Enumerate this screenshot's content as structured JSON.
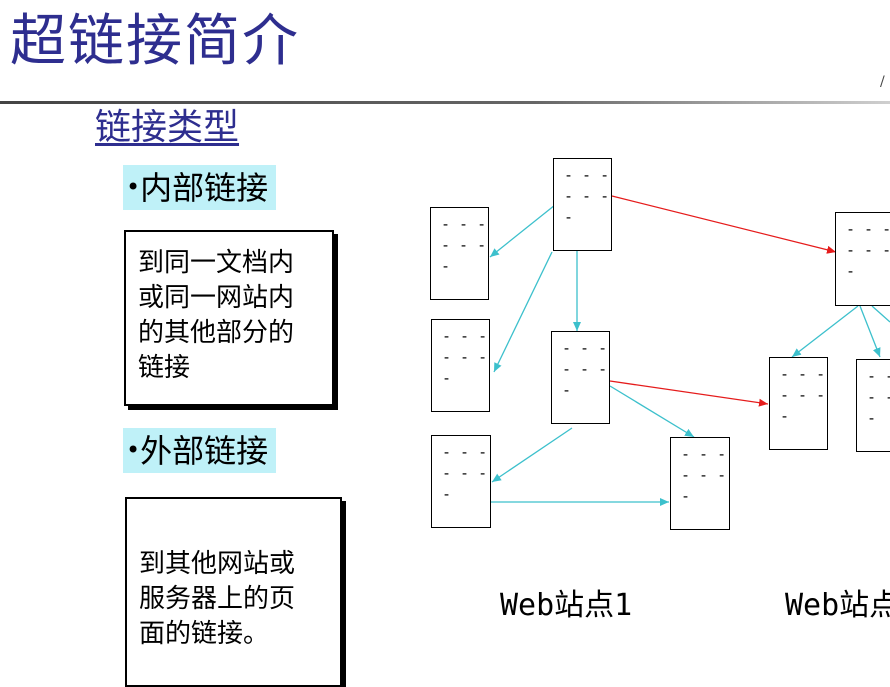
{
  "title": "超链接简介",
  "edge_mark": "/",
  "subtitle": "链接类型",
  "sections": [
    {
      "bullet": "•",
      "label": "内部链接",
      "description": "到同一文档内\n或同一网站内\n的其他部分的\n链接"
    },
    {
      "bullet": "•",
      "label": "外部链接",
      "description": "到其他网站或\n服务器上的页\n面的链接。"
    }
  ],
  "page_glyph": "- - -\n- - -\n-",
  "site_labels": [
    "Web站点1",
    "Web站点"
  ],
  "colors": {
    "title": "#2e2e8f",
    "bullet_bg": "#bff1f8",
    "internal_link": "#3cc0cc",
    "external_link": "#e51b1b"
  }
}
